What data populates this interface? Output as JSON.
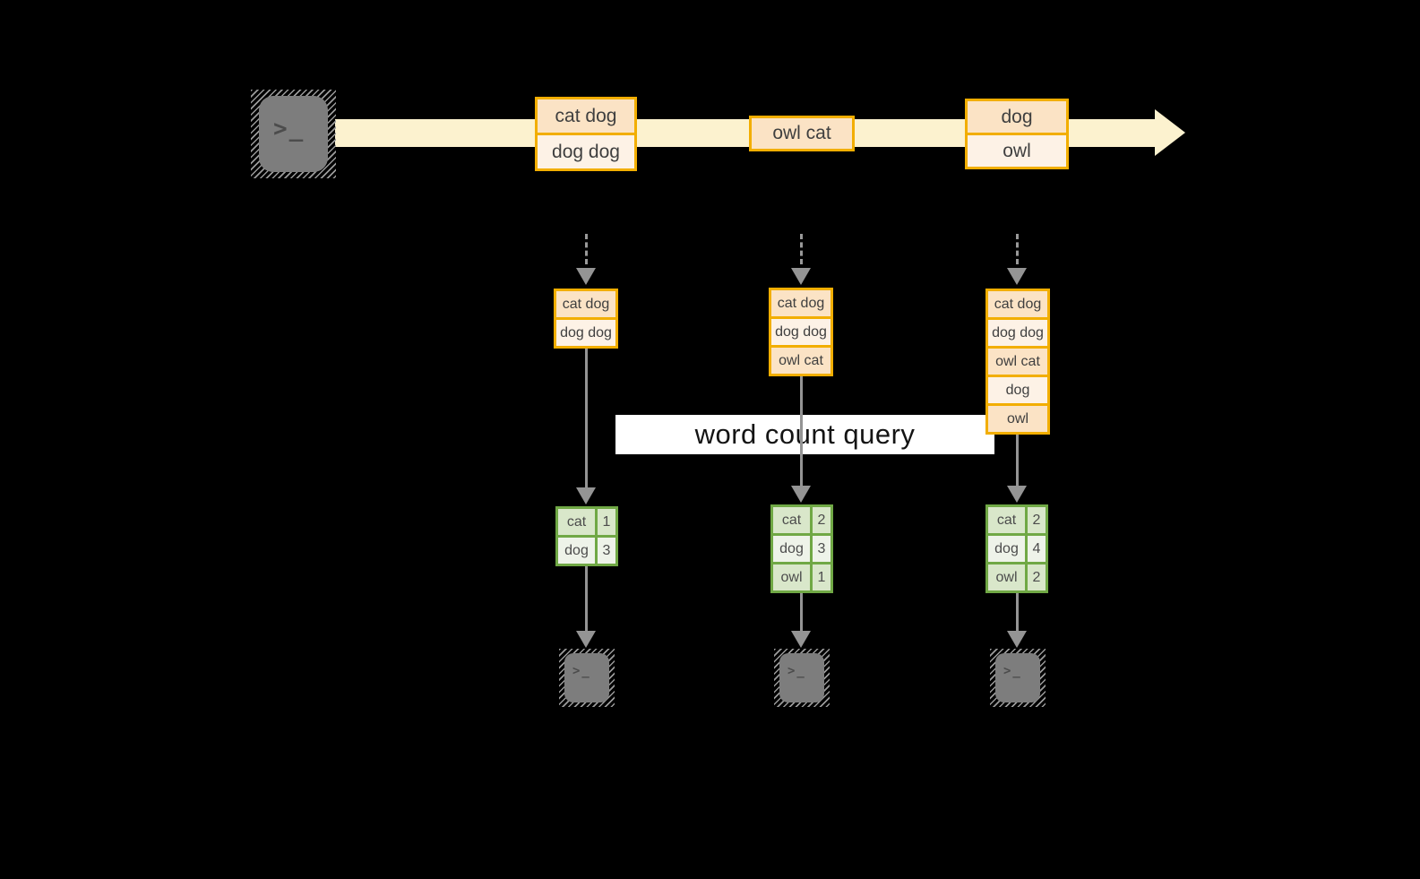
{
  "diagram": {
    "query_label": "word count query",
    "terminal_glyph": ">_",
    "colors": {
      "background": "#000000",
      "stream_band": "#fcf2cf",
      "box_border_gold": "#f2ae00",
      "box_fill_peach": "#fbe3c5",
      "box_fill_cream": "#fdf2e6",
      "table_border_green": "#70a845",
      "table_fill_dark": "#d9e7ca",
      "table_fill_light": "#eef3e9",
      "arrow_gray": "#949494",
      "terminal_gray": "#7d7d7d",
      "query_bg": "#ffffff"
    },
    "stream": {
      "events": [
        {
          "rows": [
            "cat dog",
            "dog dog"
          ]
        },
        {
          "rows": [
            "owl cat"
          ]
        },
        {
          "rows": [
            "dog",
            "owl"
          ]
        }
      ]
    },
    "columns": [
      {
        "state_rows": [
          "cat dog",
          "dog dog"
        ],
        "counts": [
          {
            "word": "cat",
            "count": "1"
          },
          {
            "word": "dog",
            "count": "3"
          }
        ]
      },
      {
        "state_rows": [
          "cat dog",
          "dog dog",
          "owl cat"
        ],
        "counts": [
          {
            "word": "cat",
            "count": "2"
          },
          {
            "word": "dog",
            "count": "3"
          },
          {
            "word": "owl",
            "count": "1"
          }
        ]
      },
      {
        "state_rows": [
          "cat dog",
          "dog dog",
          "owl cat",
          "dog",
          "owl"
        ],
        "counts": [
          {
            "word": "cat",
            "count": "2"
          },
          {
            "word": "dog",
            "count": "4"
          },
          {
            "word": "owl",
            "count": "2"
          }
        ]
      }
    ]
  }
}
